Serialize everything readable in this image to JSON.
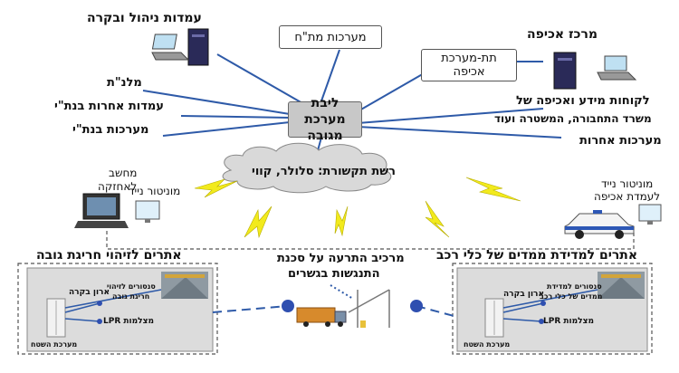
{
  "nodes": {
    "mgmt_stations": "עמדות ניהול ובקרה",
    "control_systems": "מערכות מת\"ח",
    "enforcement_center": "מרכז אכיפה",
    "enforcement_subsystem_line1": "תת-מערכת",
    "enforcement_subsystem_line2": "אכיפה",
    "malnat": "מלנ\"ת",
    "other_stations": "עמדות אחרות בנת\"י",
    "netivei_systems": "מערכות בנת\"י",
    "core_line1": "ליבת מערכת",
    "core_line2": "מגובה",
    "clients_line1": "לקוחות מידע ואכיפה של",
    "clients_line2": "משרד התחבורה, המשטרה ועוד",
    "other_systems": "מערכות אחרות",
    "comm_network": "רשת תקשורת: סלולר, קווי",
    "laptop_enforcement_line1": "מחשב",
    "laptop_enforcement_line2": "לאחזקה",
    "mobile_monitor": "מוניטור נייד",
    "mobile_monitor_enforcement_line1": "מוניטור נייד",
    "mobile_monitor_enforcement_line2": "לעמדת אכיפה",
    "height_sites": "אתרים לזיהוי חריגת גובה",
    "warning_component_line1": "מרכיב התרעה על סכנת",
    "warning_component_line2": "התנגשות בגשרים",
    "dimension_sites": "אתרים למדידת ממדים של כלי רכב"
  },
  "left_site": {
    "sensor_label_line1": "סנסורים לזיהוי",
    "sensor_label_line2": "חריגת גובה",
    "control_cabinet": "ארון בקרה",
    "lpr_cameras": "מצלמות LPR",
    "field_system": "מערכת השטח"
  },
  "right_site": {
    "sensor_label_line1": "סנסורים למדידת",
    "sensor_label_line2": "ממדים של כלי רכב",
    "control_cabinet": "ארון בקרה",
    "lpr_cameras": "מצלמות LPR",
    "field_system": "מערכת השטח"
  },
  "colors": {
    "link_line": "#2e5aa8",
    "lightning": "#f2ea1d",
    "core_box": "#c8c8c8",
    "cloud": "#d9d9d9",
    "site_panel": "#dcdcdc",
    "node_dot": "#2f4fb0"
  },
  "icons": [
    "server-icon",
    "laptop-icon",
    "lightning-icon",
    "cloud-shape",
    "police-car-icon",
    "monitor-icon",
    "cabinet-icon",
    "truck-icon"
  ]
}
